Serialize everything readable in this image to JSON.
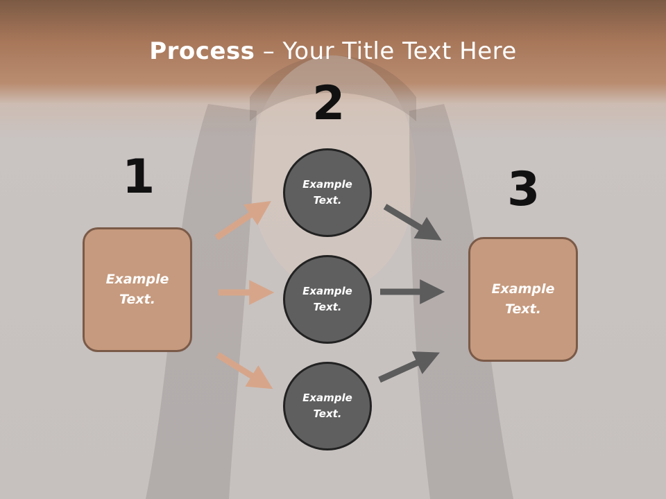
{
  "title": {
    "bold": "Process",
    "rest": " – Your Title Text Here"
  },
  "steps": [
    {
      "number": "1",
      "label": "Example\nText."
    },
    {
      "number": "2",
      "circles": [
        "Example\nText.",
        "Example\nText.",
        "Example\nText."
      ]
    },
    {
      "number": "3",
      "label": "Example\nText."
    }
  ],
  "colors": {
    "box_fill": "#c69a7e",
    "circle_fill": "#5f5f5f",
    "left_arrow": "#d7a68a",
    "right_arrow": "#5c5c5c"
  }
}
